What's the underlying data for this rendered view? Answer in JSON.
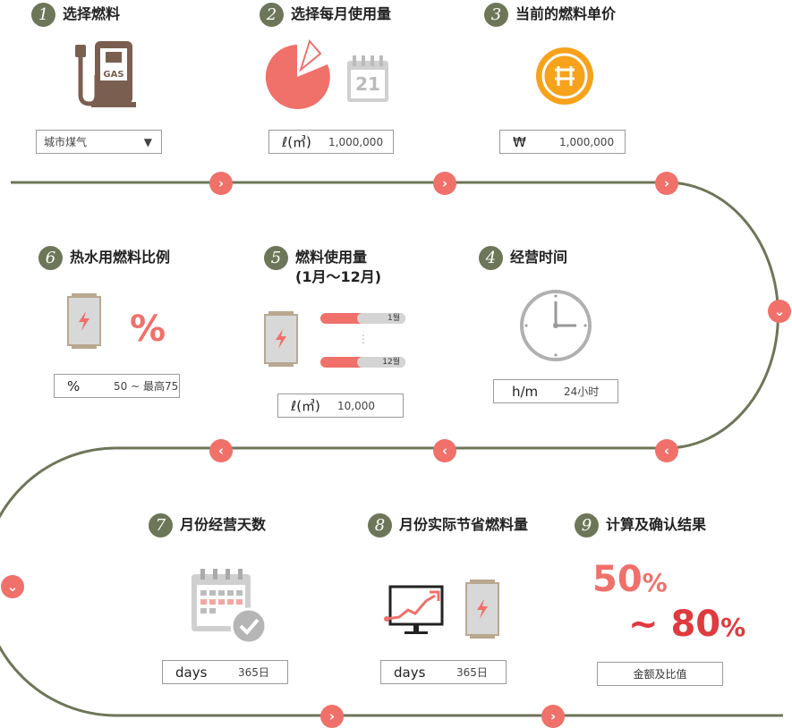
{
  "colors": {
    "path": "#6d7658",
    "accent": "#f0706a",
    "number_bg": "#6d7658",
    "coin": "#f7a21b",
    "result": "#e0393e"
  },
  "steps": {
    "s1": {
      "num": "1",
      "title": "选择燃料",
      "icon": "gas-pump-icon",
      "select_value": "城市煤气"
    },
    "s2": {
      "num": "2",
      "title": "选择每月使用量",
      "icon": "pie-calendar-icon",
      "calendar_day": "21",
      "unit": "ℓ(㎥)",
      "value": "1,000,000"
    },
    "s3": {
      "num": "3",
      "title": "当前的燃料单价",
      "icon": "won-coin-icon",
      "unit": "₩",
      "value": "1,000,000"
    },
    "s4": {
      "num": "4",
      "title": "经营时间",
      "icon": "clock-icon",
      "unit": "h/m",
      "value": "24小时"
    },
    "s5": {
      "num": "5",
      "title": "燃料使用量",
      "subtitle": "(1月～12月)",
      "icon": "battery-icon",
      "bar1_label": "1월",
      "bar2_label": "12월",
      "dots": "⋮",
      "unit": "ℓ(㎥)",
      "value": "10,000"
    },
    "s6": {
      "num": "6",
      "title": "热水用燃料比例",
      "icon": "battery-icon",
      "big_symbol": "%",
      "unit": "%",
      "value": "50 ~ 最高75"
    },
    "s7": {
      "num": "7",
      "title": "月份经营天数",
      "icon": "calendar-check-icon",
      "unit": "days",
      "value": "365日"
    },
    "s8": {
      "num": "8",
      "title": "月份实际节省燃料量",
      "icon": "monitor-chart-icon",
      "unit": "days",
      "value": "365日"
    },
    "s9": {
      "num": "9",
      "title": "计算及确认结果",
      "result_low": "50",
      "result_high": "~ 80",
      "pct": "%",
      "button": "金额及比值"
    }
  },
  "arrows": {
    "right": "›",
    "left": "‹",
    "down": "⌄"
  }
}
